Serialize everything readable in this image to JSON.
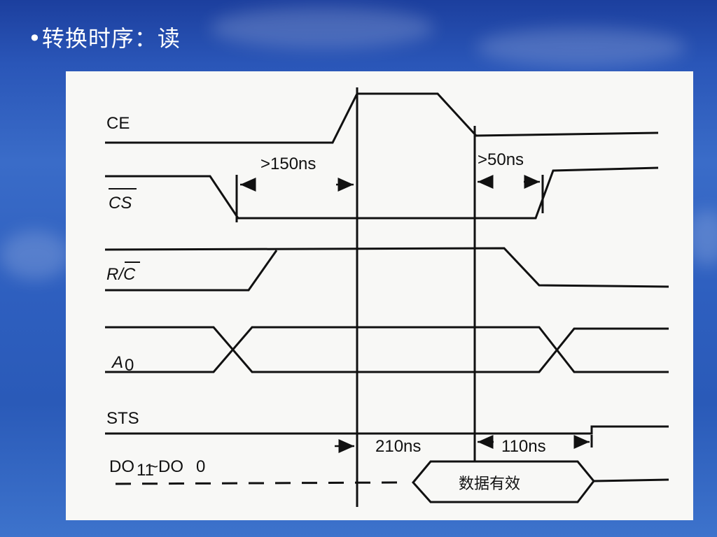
{
  "slide": {
    "title": "•转换时序：读"
  },
  "diagram": {
    "signals": {
      "ce": "CE",
      "cs": "CS",
      "rc": "R/C",
      "a0": "A",
      "a0_sub": "0",
      "sts": "STS",
      "do_main": "DO",
      "do_sub1": "11",
      "do_mid": "~DO",
      "do_sub2": "0"
    },
    "timings": {
      "t150": ">150ns",
      "t50": ">50ns",
      "t210": "210ns",
      "t110": "110ns"
    },
    "data_valid": "数据有效"
  },
  "colors": {
    "background": "#2a56b8",
    "paper": "#f8f8f6",
    "ink": "#111111"
  }
}
